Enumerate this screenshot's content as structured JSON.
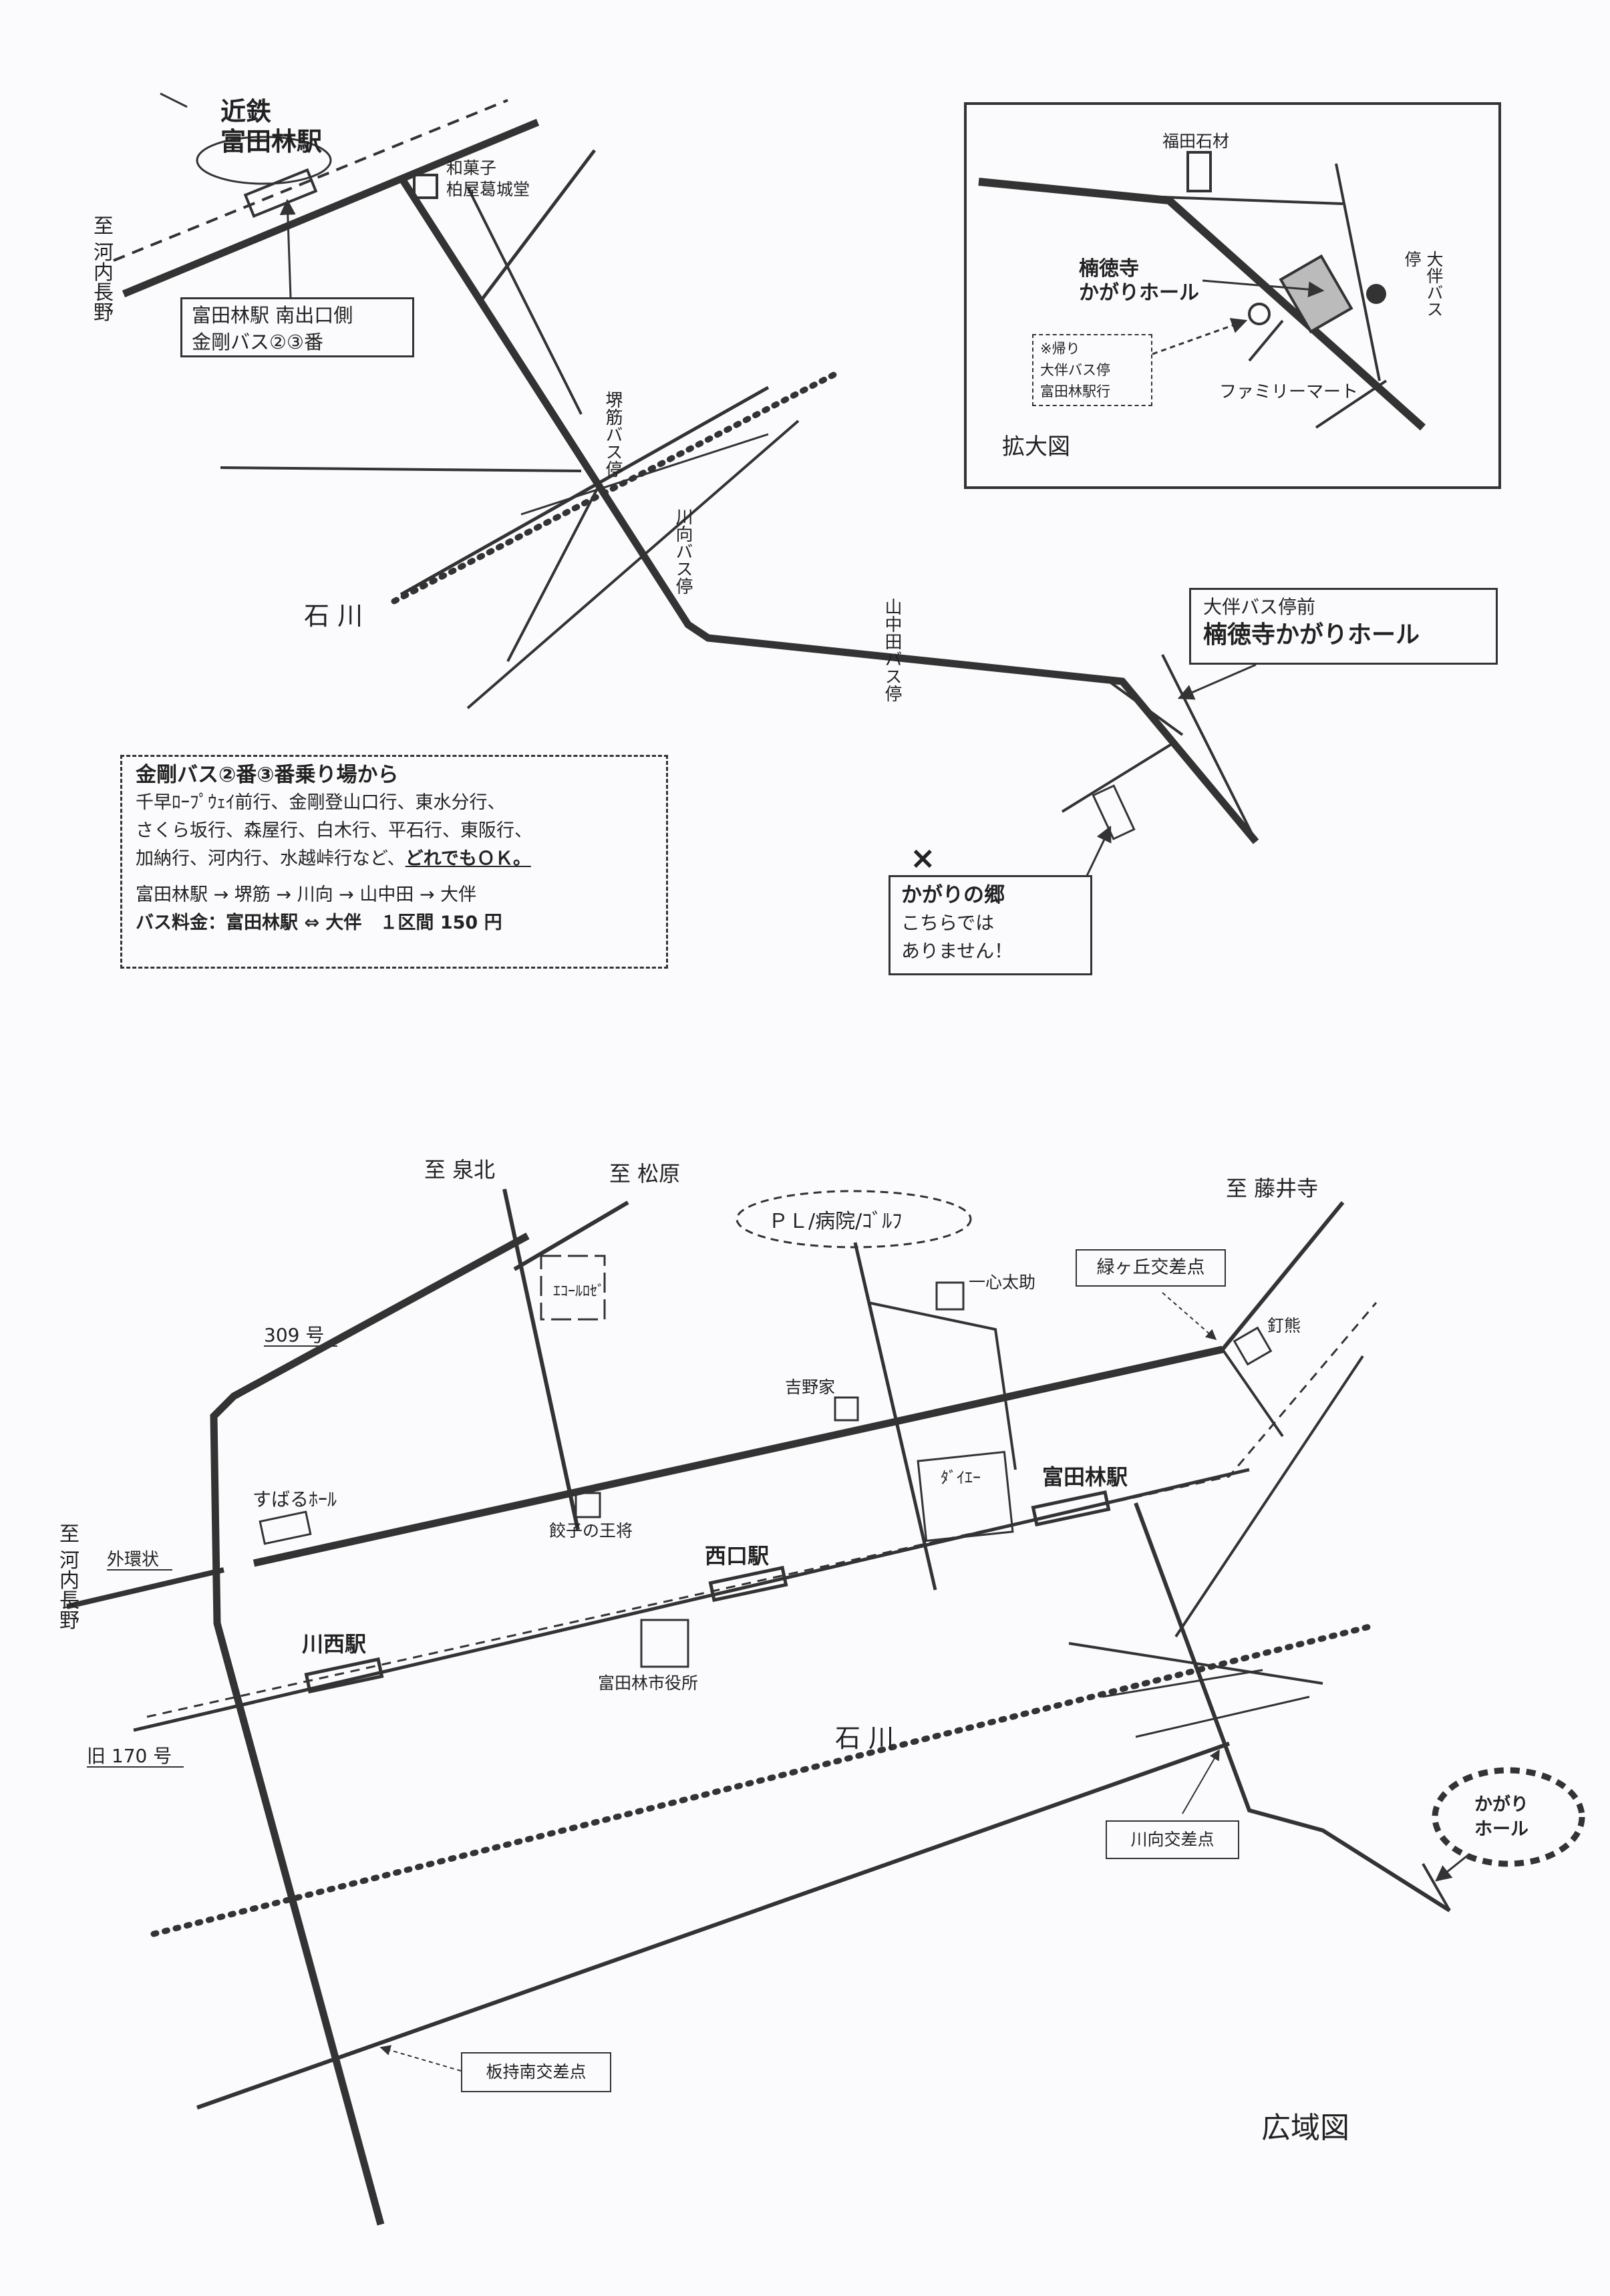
{
  "top_map": {
    "station_title_line1": "近鉄",
    "station_title_line2": "富田林駅",
    "to_kawachinagano": "至 河内長野",
    "wagashi_line1": "和菓子",
    "wagashi_line2": "柏屋葛城堂",
    "south_exit_line1": "富田林駅 南出口側",
    "south_exit_line2": "金剛バス②③番",
    "sakaisuji_stop": "堺筋バス停",
    "kawamukai_stop": "川向バス停",
    "yamanakada_stop": "山中田バス停",
    "ishikawa": "石 川",
    "venue_line1": "大伴バス停前",
    "venue_line2": "楠徳寺かがりホール",
    "wrong_place_title": "かがりの郷",
    "wrong_place_line1": "こちらでは",
    "wrong_place_line2": "ありません！",
    "bus_info": {
      "title": "金剛バス②番③番乗り場から",
      "line1": "千早ﾛｰﾌﾟｳｪｲ前行、金剛登山口行、東水分行、",
      "line2": "さくら坂行、森屋行、白木行、平石行、東阪行、",
      "line3": "加納行、河内行、水越峠行など、",
      "line3_emph": "どれでもＯＫ。",
      "route": "富田林駅 → 堺筋 → 川向 → 山中田 → 大伴",
      "fare": "バス料金：富田林駅 ⇔ 大伴　１区間 150 円"
    }
  },
  "inset": {
    "title": "拡大図",
    "fukuda": "福田石材",
    "venue_line1": "楠徳寺",
    "venue_line2": "かがりホール",
    "otomo_stop": "大伴バス停",
    "return_line1": "※帰り",
    "return_line2": "大伴バス停",
    "return_line3": "富田林駅行",
    "familymart": "ファミリーマート"
  },
  "wide_map": {
    "title": "広域図",
    "to_senboku": "至 泉北",
    "to_matsubara": "至 松原",
    "to_fujiidera": "至 藤井寺",
    "pl": "ＰＬ/病院/ｺﾞﾙﾌ",
    "ecole": "ｴｺｰﾙﾛｾﾞ",
    "isshin": "一心太助",
    "midorigaoka": "緑ヶ丘交差点",
    "kugikuma": "釘熊",
    "route309": "309 号",
    "yoshinoya": "吉野家",
    "daiei": "ﾀﾞｲｴｰ",
    "tondabayashi_sta": "富田林駅",
    "subaru": "すばるﾎｰﾙ",
    "gyoza": "餃子の王将",
    "nishiguchi": "西口駅",
    "to_kawachinagano": "至 河内長野",
    "gaikanjo": "外環状",
    "kawanishi": "川西駅",
    "city_hall": "富田林市役所",
    "ishikawa": "石 川",
    "old170": "旧 170 号",
    "kawamukai_cross": "川向交差点",
    "kagari_line1": "かがり",
    "kagari_line2": "ホール",
    "itamochi_cross": "板持南交差点"
  }
}
